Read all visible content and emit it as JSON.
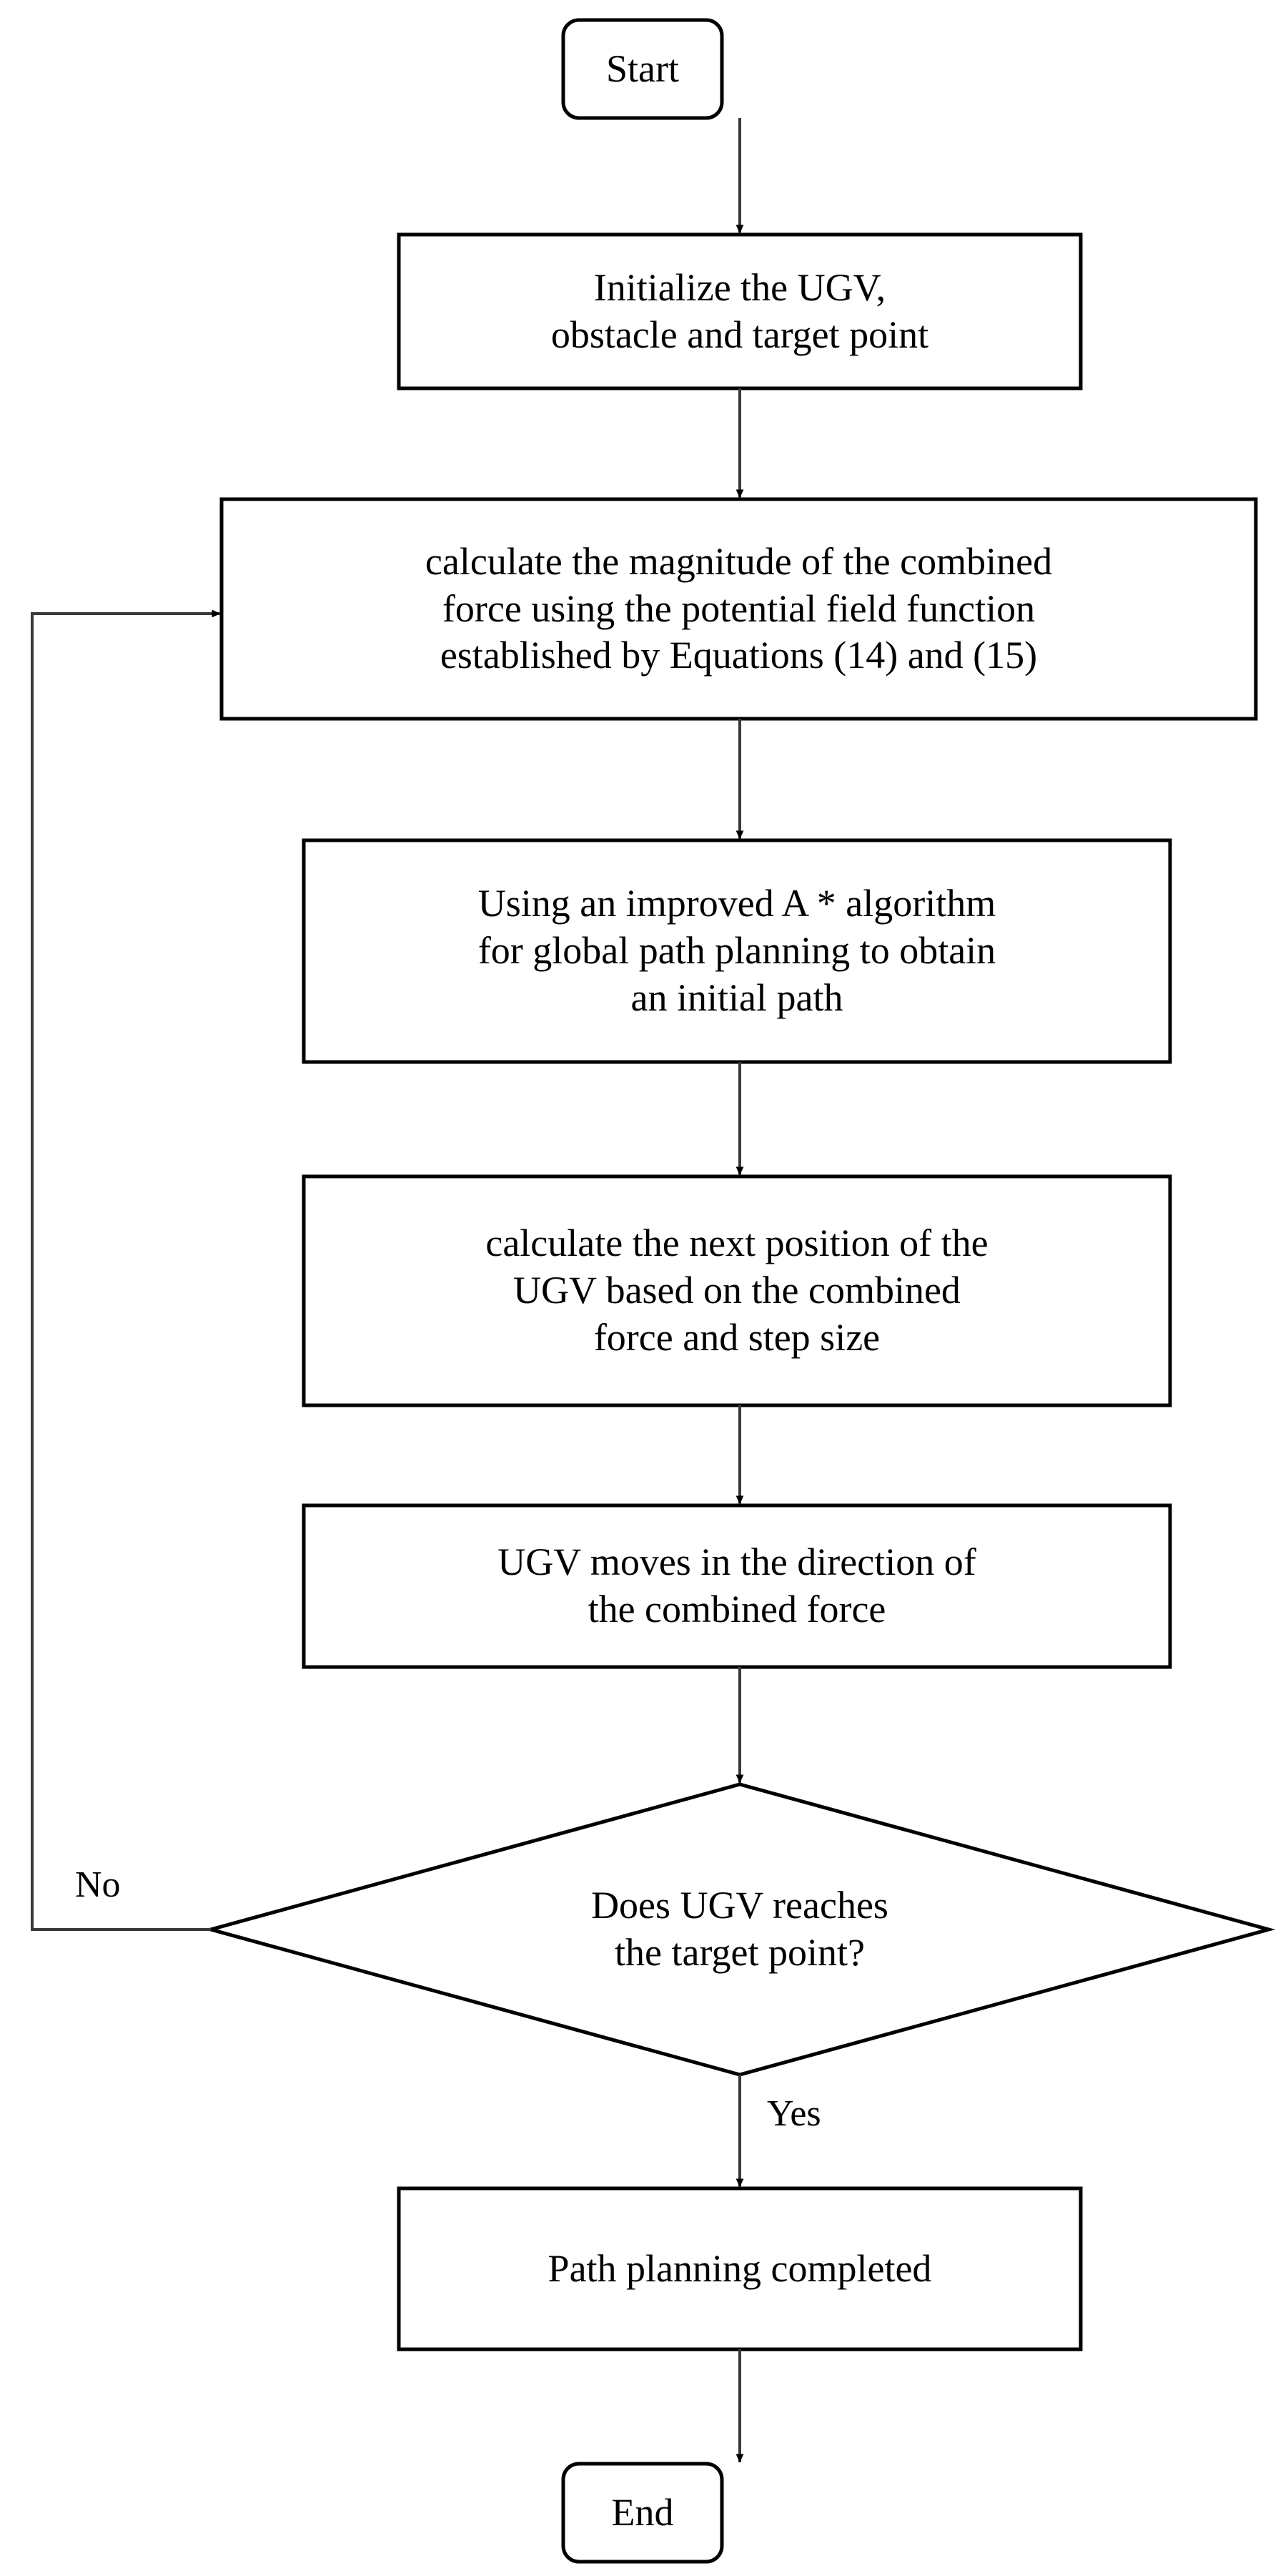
{
  "diagram": {
    "type": "flowchart",
    "title": "UGV path planning flowchart",
    "orientation": "top-to-bottom",
    "background_color": "#ffffff",
    "stroke_color": "#000000",
    "text_color": "#000000",
    "nodes": [
      {
        "id": "start",
        "shape": "rounded-rectangle",
        "label": "Start"
      },
      {
        "id": "initialize",
        "shape": "rectangle",
        "label": "Initialize the UGV,\nobstacle and target point"
      },
      {
        "id": "calc-force",
        "shape": "rectangle",
        "label": "calculate the magnitude of the combined\nforce using the potential field function\nestablished by Equations (14) and (15)"
      },
      {
        "id": "astar",
        "shape": "rectangle",
        "label": "Using an improved A * algorithm\nfor global path planning to obtain\nan initial path"
      },
      {
        "id": "next-position",
        "shape": "rectangle",
        "label": "calculate the next position of the\nUGV based on the combined\nforce and step size"
      },
      {
        "id": "move",
        "shape": "rectangle",
        "label": "UGV moves in the direction of\nthe combined force"
      },
      {
        "id": "decision",
        "shape": "diamond",
        "label": "Does UGV reaches\nthe target point?"
      },
      {
        "id": "completed",
        "shape": "rectangle",
        "label": "Path planning completed"
      },
      {
        "id": "end",
        "shape": "rounded-rectangle",
        "label": "End"
      }
    ],
    "edges": [
      {
        "id": "e1",
        "from": "start",
        "to": "initialize",
        "label": ""
      },
      {
        "id": "e2",
        "from": "initialize",
        "to": "calc-force",
        "label": ""
      },
      {
        "id": "e3",
        "from": "calc-force",
        "to": "astar",
        "label": ""
      },
      {
        "id": "e4",
        "from": "astar",
        "to": "next-position",
        "label": ""
      },
      {
        "id": "e5",
        "from": "next-position",
        "to": "move",
        "label": ""
      },
      {
        "id": "e6",
        "from": "move",
        "to": "decision",
        "label": ""
      },
      {
        "id": "e7",
        "from": "decision",
        "to": "calc-force",
        "label": "No"
      },
      {
        "id": "e8",
        "from": "decision",
        "to": "completed",
        "label": "Yes"
      },
      {
        "id": "e9",
        "from": "completed",
        "to": "end",
        "label": ""
      }
    ]
  }
}
